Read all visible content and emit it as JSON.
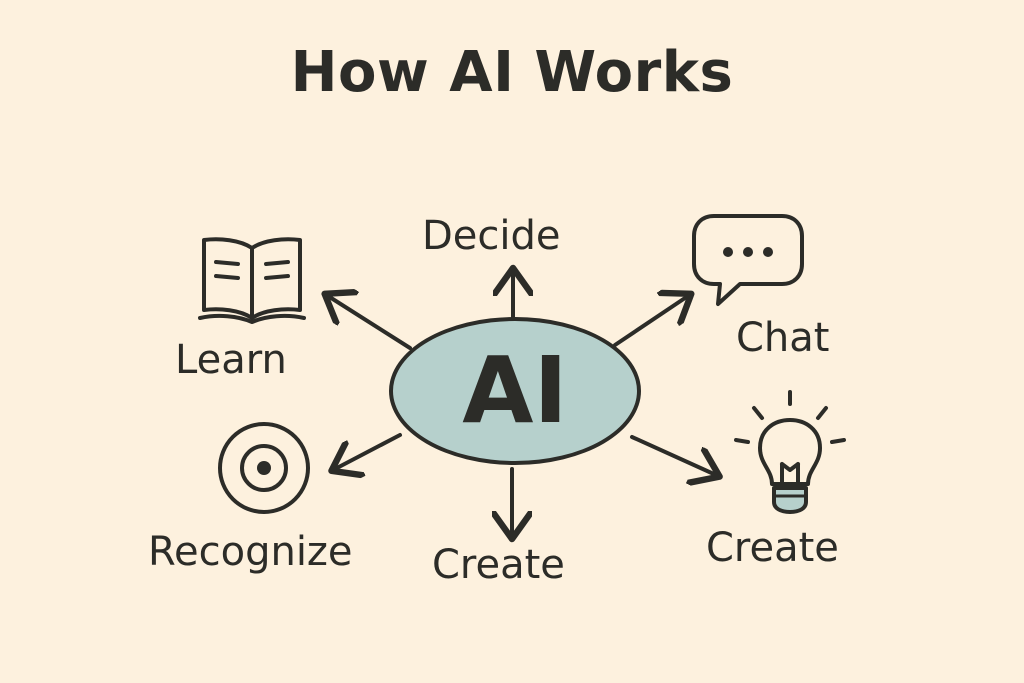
{
  "diagram": {
    "title": "How AI Works",
    "center": "AI",
    "nodes": {
      "decide": "Decide",
      "learn": "Learn",
      "chat": "Chat",
      "recognize": "Recognize",
      "create_bottom": "Create",
      "create_right": "Create"
    },
    "icons": {
      "learn": "open-book-icon",
      "chat": "speech-bubble-icon",
      "recognize": "target-icon",
      "create_right": "lightbulb-icon"
    }
  },
  "colors": {
    "background": "#fdf1de",
    "ink": "#2c2c28",
    "center_fill": "#b6d0cc"
  }
}
